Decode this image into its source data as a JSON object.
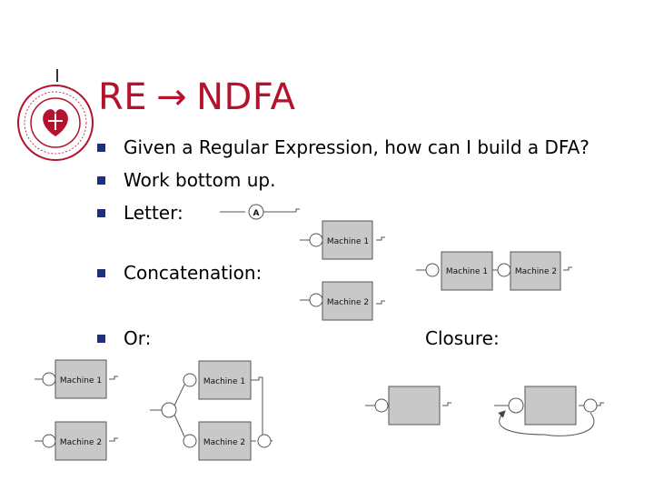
{
  "slide": {
    "title_left": "RE",
    "title_arrow": "→",
    "title_right": "NDFA",
    "bullets": [
      "Given a Regular Expression, how can I build a DFA?",
      "Work bottom up.",
      "Letter:",
      "Concatenation:",
      "Or:"
    ],
    "closure_label": "Closure:"
  },
  "diagrams": {
    "letter_symbol": "A",
    "machine_1": "Machine 1",
    "machine_2": "Machine 2"
  },
  "colors": {
    "title": "#b5122e",
    "bullet": "#1f2f7f",
    "box_fill": "#c8c8c8",
    "box_stroke": "#555555"
  }
}
